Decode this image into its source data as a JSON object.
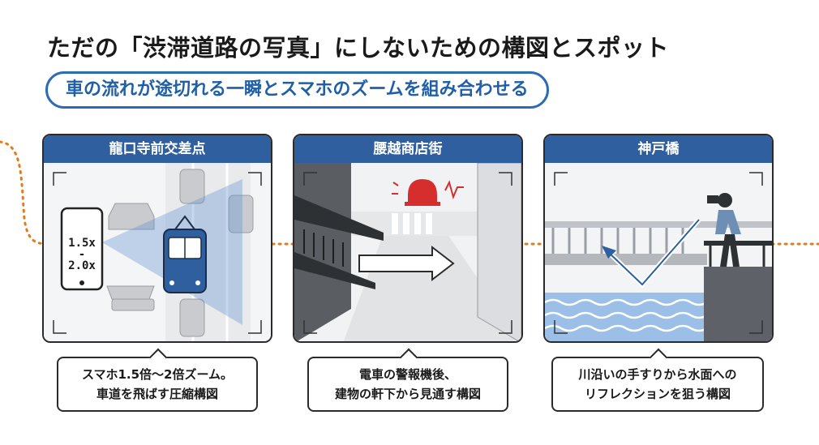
{
  "title": "ただの「渋滞道路の写真」にしないための構図とスポット",
  "subtitle": "車の流れが途切れる一瞬とスマホのズームを組み合わせる",
  "colors": {
    "accent_blue": "#2f5f9e",
    "route_orange": "#e07b1f",
    "alarm_red": "#d62d2d"
  },
  "spots": [
    {
      "name": "龍口寺前交差点",
      "zoom_top": "1.5x",
      "zoom_mid": "-",
      "zoom_bottom": "2.0x",
      "caption_line1": "スマホ1.5倍〜2倍ズーム。",
      "caption_line2": "車道を飛ばす圧縮構図"
    },
    {
      "name": "腰越商店街",
      "caption_line1": "電車の警報機後、",
      "caption_line2": "建物の軒下から見通す構図"
    },
    {
      "name": "神戸橋",
      "caption_line1": "川沿いの手すりから水面への",
      "caption_line2": "リフレクションを狙う構図"
    }
  ]
}
